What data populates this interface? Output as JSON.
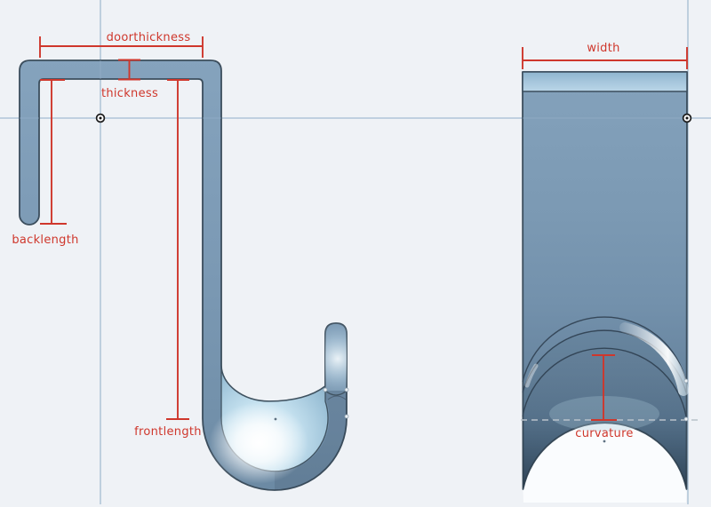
{
  "viewport": {
    "type": "cad-graphics-area",
    "part": "over-door hook"
  },
  "dimensions": {
    "doorthickness": "doorthickness",
    "thickness": "thickness",
    "backlength": "backlength",
    "frontlength": "frontlength",
    "width": "width",
    "curvature": "curvature"
  },
  "palette": {
    "background": "#eff2f6",
    "part_fill": "#7e9cb7",
    "part_outline": "#3b4d5c",
    "dimension_red": "#cf372c",
    "construction_blue": "#a3bcd2",
    "dashed_gray": "#b8c1ca",
    "arch_backlight": "#fafcfe",
    "specular_highlight": "#ffffff"
  },
  "icons": {
    "origin_marker": "circled-dot sketch origin",
    "vertex_dot": "sketch vertex point"
  }
}
